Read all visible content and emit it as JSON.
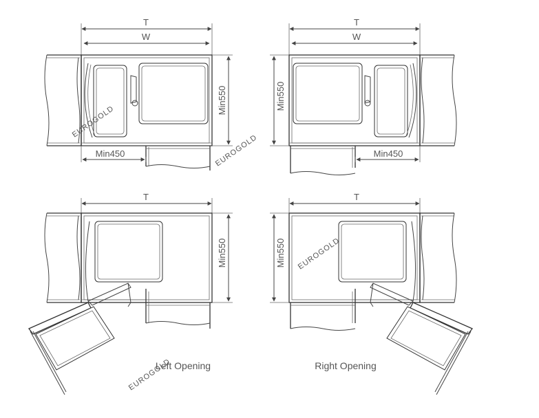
{
  "dimensions": {
    "T": "T",
    "W": "W",
    "min450": "Min450",
    "min550": "Min550"
  },
  "captions": {
    "left": "Left Opening",
    "right": "Right Opening"
  },
  "watermark": "EUROGOLD"
}
